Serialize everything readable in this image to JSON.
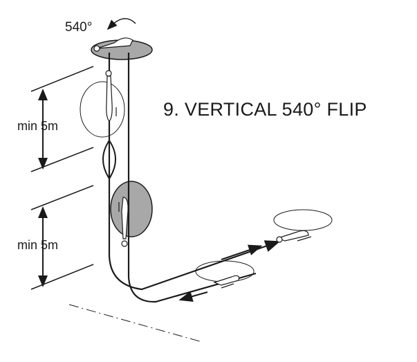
{
  "title": "9.  VERTICAL 540° FLIP",
  "rotation_label": "540°",
  "dimensions": [
    {
      "label": "min 5m"
    },
    {
      "label": "min 5m"
    }
  ],
  "colors": {
    "ink": "#1a1a1a",
    "disc_fill": "#a8a8a8"
  }
}
